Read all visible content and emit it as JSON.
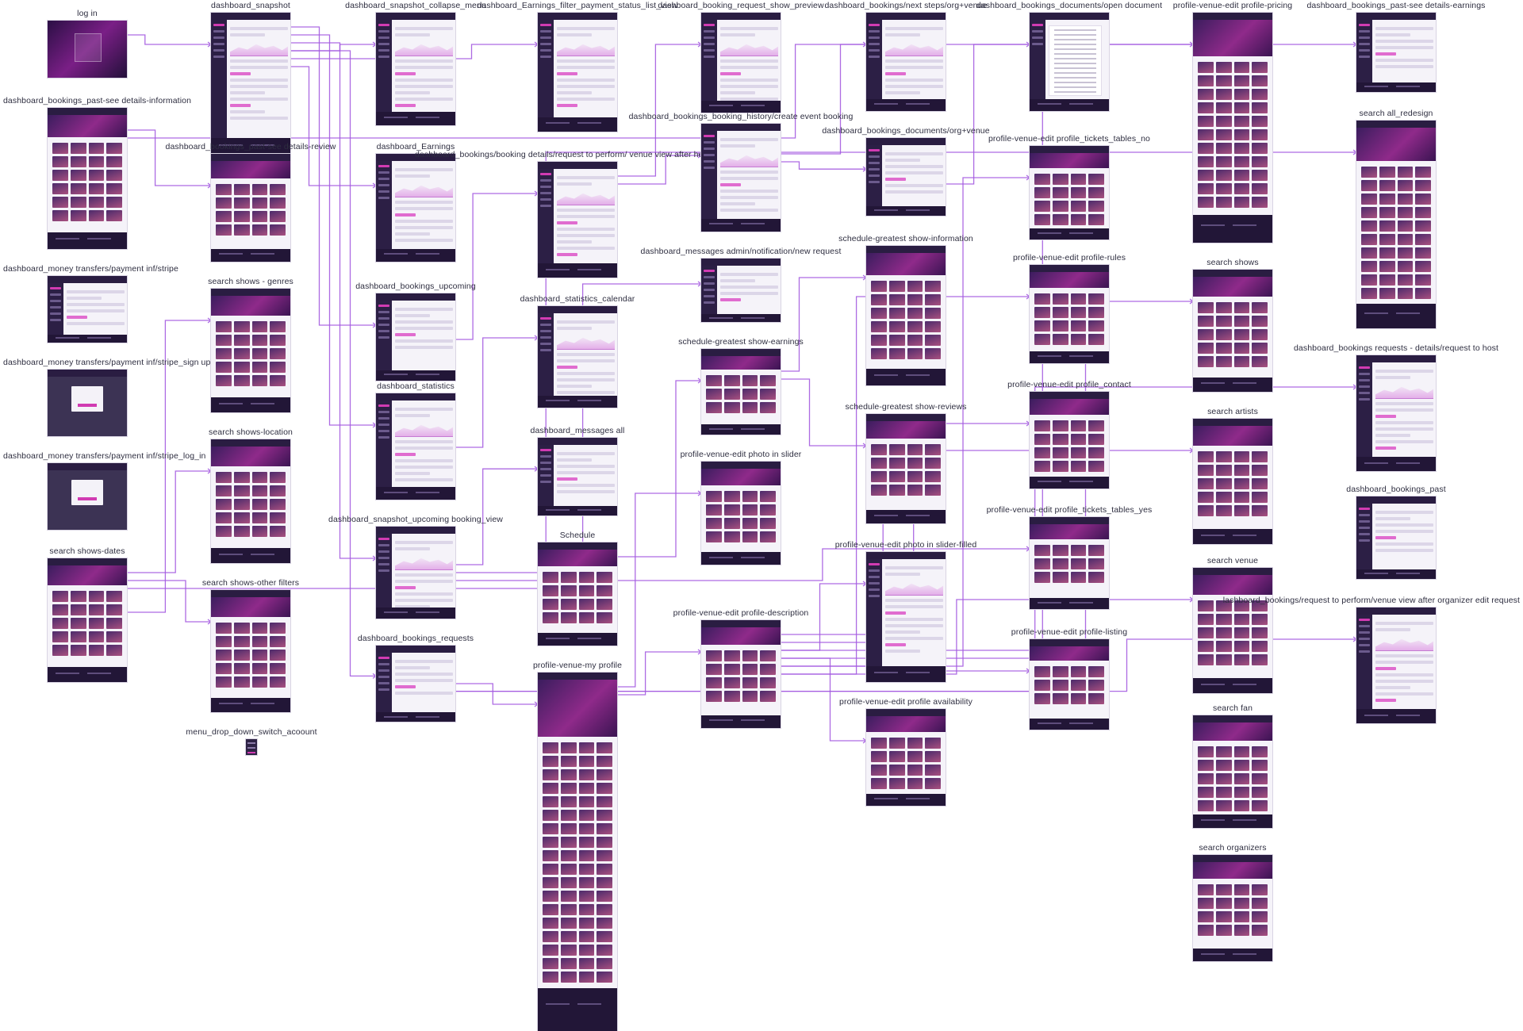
{
  "diagram": {
    "title": "",
    "accent_color": "#a45be0",
    "screen_theme": {
      "dark": "#2a1d42",
      "pink": "#d13bb2",
      "light": "#f5f3f9"
    },
    "screens": [
      {
        "id": "login",
        "label": "log in",
        "theme": "login"
      },
      {
        "id": "dash-past-info",
        "label": "dashboard_bookings_past-see details-information",
        "theme": "hero"
      },
      {
        "id": "stripe",
        "label": "dashboard_money transfers/payment inf/stripe",
        "theme": "light"
      },
      {
        "id": "stripe-signup",
        "label": "dashboard_money transfers/payment inf/stripe_sign up",
        "theme": "overlay"
      },
      {
        "id": "stripe-login",
        "label": "dashboard_money transfers/payment inf/stripe_log_in",
        "theme": "overlay"
      },
      {
        "id": "search-dates",
        "label": "search shows-dates",
        "theme": "search"
      },
      {
        "id": "dash-snapshot",
        "label": "dashboard_snapshot",
        "theme": "dash"
      },
      {
        "id": "dash-past-review",
        "label": "dashboard_bookings_past-see details-review",
        "theme": "hero"
      },
      {
        "id": "search-genres",
        "label": "search shows - genres",
        "theme": "search"
      },
      {
        "id": "search-location",
        "label": "search shows-location",
        "theme": "search"
      },
      {
        "id": "search-other",
        "label": "search shows-other filters",
        "theme": "search"
      },
      {
        "id": "menu-switch",
        "label": "menu_drop_down_switch_acoount",
        "theme": "menu"
      },
      {
        "id": "snapshot-collapse",
        "label": "dashboard_snapshot_collapse_menu",
        "theme": "dash"
      },
      {
        "id": "dash-earnings",
        "label": "dashboard_Earnings",
        "theme": "dash"
      },
      {
        "id": "dash-upcoming",
        "label": "dashboard_bookings_upcoming",
        "theme": "dash"
      },
      {
        "id": "dash-statistics",
        "label": "dashboard_statistics",
        "theme": "dash"
      },
      {
        "id": "snapshot-upcoming-view",
        "label": "dashboard_snapshot_upcoming booking_view",
        "theme": "dash"
      },
      {
        "id": "dash-requests",
        "label": "dashboard_bookings_requests",
        "theme": "dash"
      },
      {
        "id": "earnings-filter",
        "label": "dashboard_Earnings_filter_payment_status_list_view",
        "theme": "dash"
      },
      {
        "id": "request-perform",
        "label": "dashboard_bookings/booking details/request to perform/ venue view after he accepted",
        "theme": "light"
      },
      {
        "id": "stats-calendar",
        "label": "dashboard_statistics_calendar",
        "theme": "dash"
      },
      {
        "id": "messages-all",
        "label": "dashboard_messages all",
        "theme": "dash"
      },
      {
        "id": "schedule",
        "label": "Schedule",
        "theme": "search"
      },
      {
        "id": "venue-my-profile",
        "label": "profile-venue-my profile",
        "theme": "long"
      },
      {
        "id": "request-show-preview",
        "label": "dashboard_booking_request_show_preview",
        "theme": "light"
      },
      {
        "id": "booking-history",
        "label": "dashboard_bookings_booking_history/create event booking",
        "theme": "light"
      },
      {
        "id": "messages-admin",
        "label": "dashboard_messages admin/notification/new request",
        "theme": "dash"
      },
      {
        "id": "schedule-earnings",
        "label": "schedule-greatest show-earnings",
        "theme": "hero"
      },
      {
        "id": "photo-slider",
        "label": "profile-venue-edit photo in slider",
        "theme": "search"
      },
      {
        "id": "edit-description",
        "label": "profile-venue-edit profile-description",
        "theme": "search"
      },
      {
        "id": "next-steps",
        "label": "dashboard_bookings/next steps/org+venue",
        "theme": "dash"
      },
      {
        "id": "documents-org",
        "label": "dashboard_bookings_documents/org+venue",
        "theme": "dash"
      },
      {
        "id": "schedule-information",
        "label": "schedule-greatest show-information",
        "theme": "hero"
      },
      {
        "id": "schedule-reviews",
        "label": "schedule-greatest show-reviews",
        "theme": "hero"
      },
      {
        "id": "photo-slider-filled",
        "label": "profile-venue-edit photo in slider-filled",
        "theme": "light"
      },
      {
        "id": "edit-availability",
        "label": "profile-venue-edit profile availability",
        "theme": "search"
      },
      {
        "id": "open-document",
        "label": "dashboard_bookings_documents/open document",
        "theme": "doc"
      },
      {
        "id": "tickets-no",
        "label": "profile-venue-edit profile_tickets_tables_no",
        "theme": "search"
      },
      {
        "id": "edit-rules",
        "label": "profile-venue-edit profile-rules",
        "theme": "search"
      },
      {
        "id": "edit-contact",
        "label": "profile-venue-edit profile_contact",
        "theme": "search"
      },
      {
        "id": "tickets-yes",
        "label": "profile-venue-edit profile_tickets_tables_yes",
        "theme": "search"
      },
      {
        "id": "edit-listing",
        "label": "profile-venue-edit profile-listing",
        "theme": "search"
      },
      {
        "id": "edit-pricing",
        "label": "profile-venue-edit profile-pricing",
        "theme": "long"
      },
      {
        "id": "search-shows",
        "label": "search shows",
        "theme": "search"
      },
      {
        "id": "search-artists",
        "label": "search artists",
        "theme": "search"
      },
      {
        "id": "search-venue",
        "label": "search venue",
        "theme": "search"
      },
      {
        "id": "search-fan",
        "label": "search fan",
        "theme": "search"
      },
      {
        "id": "search-organizers",
        "label": "search organizers",
        "theme": "search"
      },
      {
        "id": "past-earnings",
        "label": "dashboard_bookings_past-see details-earnings",
        "theme": "light"
      },
      {
        "id": "search-all",
        "label": "search all_redesign",
        "theme": "search"
      },
      {
        "id": "requests-host",
        "label": "dashboard_bookings requests - details/request to host",
        "theme": "light"
      },
      {
        "id": "bookings-past",
        "label": "dashboard_bookings_past",
        "theme": "dash"
      },
      {
        "id": "request-after-organizer",
        "label": "lashboard_bookings/request to perform/venue view after organizer edit request",
        "theme": "light"
      }
    ],
    "connections": [
      {
        "from": "login",
        "to": "dash-snapshot"
      },
      {
        "from": "dash-past-info",
        "to": "dash-past-review"
      },
      {
        "from": "dash-past-info",
        "to": "past-earnings"
      },
      {
        "from": "dash-snapshot",
        "to": "snapshot-collapse"
      },
      {
        "from": "dash-snapshot",
        "to": "earnings-filter"
      },
      {
        "from": "dash-snapshot",
        "to": "dash-earnings"
      },
      {
        "from": "dash-snapshot",
        "to": "dash-upcoming"
      },
      {
        "from": "dash-snapshot",
        "to": "dash-statistics"
      },
      {
        "from": "dash-snapshot",
        "to": "snapshot-upcoming-view"
      },
      {
        "from": "dash-snapshot",
        "to": "dash-requests"
      },
      {
        "from": "dash-upcoming",
        "to": "request-perform"
      },
      {
        "from": "dash-statistics",
        "to": "stats-calendar"
      },
      {
        "from": "request-perform",
        "to": "request-show-preview"
      },
      {
        "from": "request-perform",
        "to": "booking-history"
      },
      {
        "from": "booking-history",
        "to": "next-steps"
      },
      {
        "from": "booking-history",
        "to": "documents-org"
      },
      {
        "from": "documents-org",
        "to": "open-document"
      },
      {
        "from": "search-dates",
        "to": "search-genres"
      },
      {
        "from": "search-dates",
        "to": "search-location"
      },
      {
        "from": "search-dates",
        "to": "search-other"
      },
      {
        "from": "search-dates",
        "to": "search-all"
      },
      {
        "from": "snapshot-upcoming-view",
        "to": "messages-all"
      },
      {
        "from": "snapshot-upcoming-view",
        "to": "messages-admin"
      },
      {
        "from": "snapshot-upcoming-view",
        "to": "tickets-yes"
      },
      {
        "from": "schedule",
        "to": "schedule-earnings"
      },
      {
        "from": "schedule-earnings",
        "to": "schedule-information"
      },
      {
        "from": "schedule-earnings",
        "to": "schedule-reviews"
      },
      {
        "from": "dash-requests",
        "to": "venue-my-profile"
      },
      {
        "from": "dash-requests",
        "to": "requests-host"
      },
      {
        "from": "dash-requests",
        "to": "request-after-organizer"
      },
      {
        "from": "venue-my-profile",
        "to": "photo-slider"
      },
      {
        "from": "venue-my-profile",
        "to": "edit-description"
      },
      {
        "from": "edit-description",
        "to": "photo-slider-filled"
      },
      {
        "from": "edit-description",
        "to": "edit-availability"
      },
      {
        "from": "edit-description",
        "to": "tickets-no"
      },
      {
        "from": "edit-description",
        "to": "edit-rules"
      },
      {
        "from": "edit-description",
        "to": "edit-contact"
      },
      {
        "from": "edit-description",
        "to": "edit-listing"
      },
      {
        "from": "edit-description",
        "to": "edit-pricing"
      },
      {
        "from": "edit-description",
        "to": "search-shows"
      },
      {
        "from": "edit-description",
        "to": "search-artists"
      },
      {
        "from": "edit-description",
        "to": "search-venue"
      }
    ]
  }
}
